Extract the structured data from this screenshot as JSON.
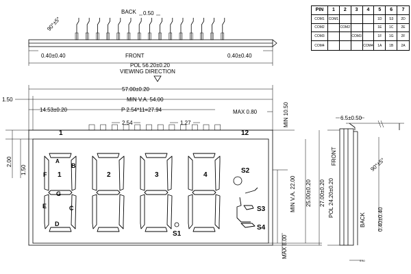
{
  "top_view": {
    "back_label": "BACK",
    "pin_pitch": "0.50",
    "angle": "90°±5°",
    "front_label": "FRONT",
    "left_offset": "0.40±0.40",
    "right_offset": "0.40±0.40",
    "pol_length": "POL 56.20±0.20"
  },
  "viewing_direction": "VIEWING DIRECTION",
  "main_view": {
    "overall_width": "57.00±0.20",
    "min_va_width": "MIN V.A. 54.00",
    "left_margin": "1.50",
    "first_pin_offset": "14.53±0.20",
    "pin_span": "P 2.54*11=27.94",
    "max_right": "MAX 0.80",
    "min_top": "MIN 10.50",
    "pin_pitch": "2.54",
    "pin_width": "1.27",
    "pin_first": "1",
    "pin_last": "12",
    "left_dim_a": "2.00",
    "left_dim_b": "1.50",
    "digit_labels": [
      "1",
      "2",
      "3",
      "4"
    ],
    "segment_labels": [
      "A",
      "B",
      "C",
      "D",
      "E",
      "F",
      "G"
    ],
    "s1": "S1",
    "s2": "S2",
    "s3": "S3",
    "s4": "S4",
    "min_va_height": "MIN V.A. 22.00",
    "height_inner": "25.00±0.20",
    "height_outer": "27.00±0.20",
    "max_bottom": "MAX 8.00"
  },
  "side_view": {
    "thickness": "6.5±0.50",
    "angle": "90°±5°",
    "front_label": "FRONT",
    "back_label": "BACK",
    "pol_height": "POL 24.20±0.20",
    "offset": "0.40±0.40",
    "small_note": "0.40"
  },
  "pin_table": {
    "headers": [
      "PIN",
      "1",
      "2",
      "3",
      "4",
      "5",
      "6",
      "7"
    ],
    "rows": [
      [
        "COM1",
        "COM1",
        "",
        "",
        "",
        "1D",
        "S3",
        "2D"
      ],
      [
        "COM2",
        "",
        "COM2",
        "",
        "",
        "1E",
        "1C",
        "2E"
      ],
      [
        "COM3",
        "",
        "",
        "COM3",
        "",
        "1F",
        "1G",
        "2F"
      ],
      [
        "COM4",
        "",
        "",
        "",
        "COM4",
        "1A",
        "1B",
        "2A"
      ]
    ]
  }
}
